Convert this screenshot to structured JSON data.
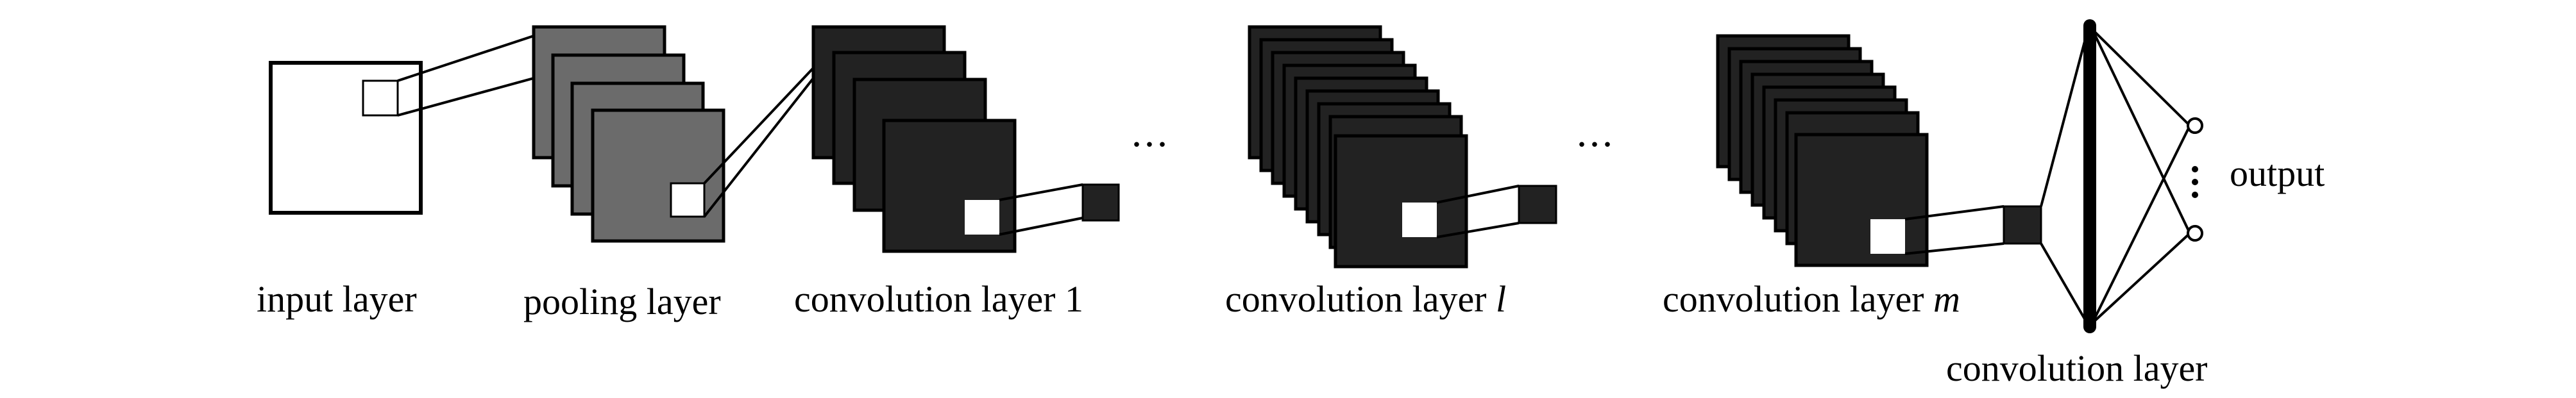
{
  "labels": {
    "input": "input layer",
    "pooling": "pooling layer",
    "conv1_prefix": "convolution layer ",
    "conv1_suffix": "1",
    "convl_prefix": "convolution layer ",
    "convl_suffix": "l",
    "convm_prefix": "convolution layer ",
    "convm_suffix": "m",
    "fc": "convolution layer",
    "output": "output"
  },
  "ellipsis": {
    "after_conv1": "...",
    "after_convl": "...",
    "output_nodes": "⋮"
  },
  "colors": {
    "input_fill": "#ffffff",
    "pooling_fill": "#6b6b6b",
    "conv_fill": "#222222",
    "stroke": "#000000",
    "highlight": "#ffffff"
  }
}
